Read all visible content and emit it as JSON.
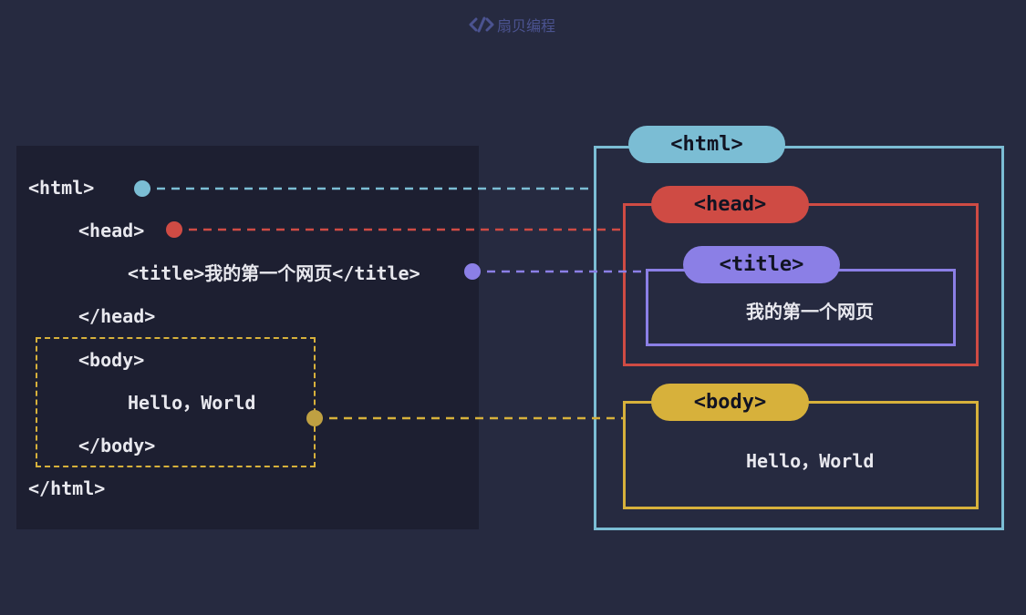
{
  "brand": {
    "icon": "code-icon",
    "name": "扇贝编程",
    "color": "#4b5390"
  },
  "code": {
    "lines": [
      "<html>",
      "<head>",
      "<title>我的第一个网页</title>",
      "</head>",
      "<body>",
      "Hello，World",
      "</body>",
      "</html>"
    ]
  },
  "rendered": {
    "html_label": "<html>",
    "head_label": "<head>",
    "title_label": "<title>",
    "title_text": "我的第一个网页",
    "body_label": "<body>",
    "body_text": "Hello，World"
  },
  "colors": {
    "html": "#7bbdd4",
    "head": "#cf4b44",
    "title": "#8b7fe6",
    "body": "#d7b13b",
    "background": "#262a40",
    "code_panel": "#1d1f31"
  }
}
